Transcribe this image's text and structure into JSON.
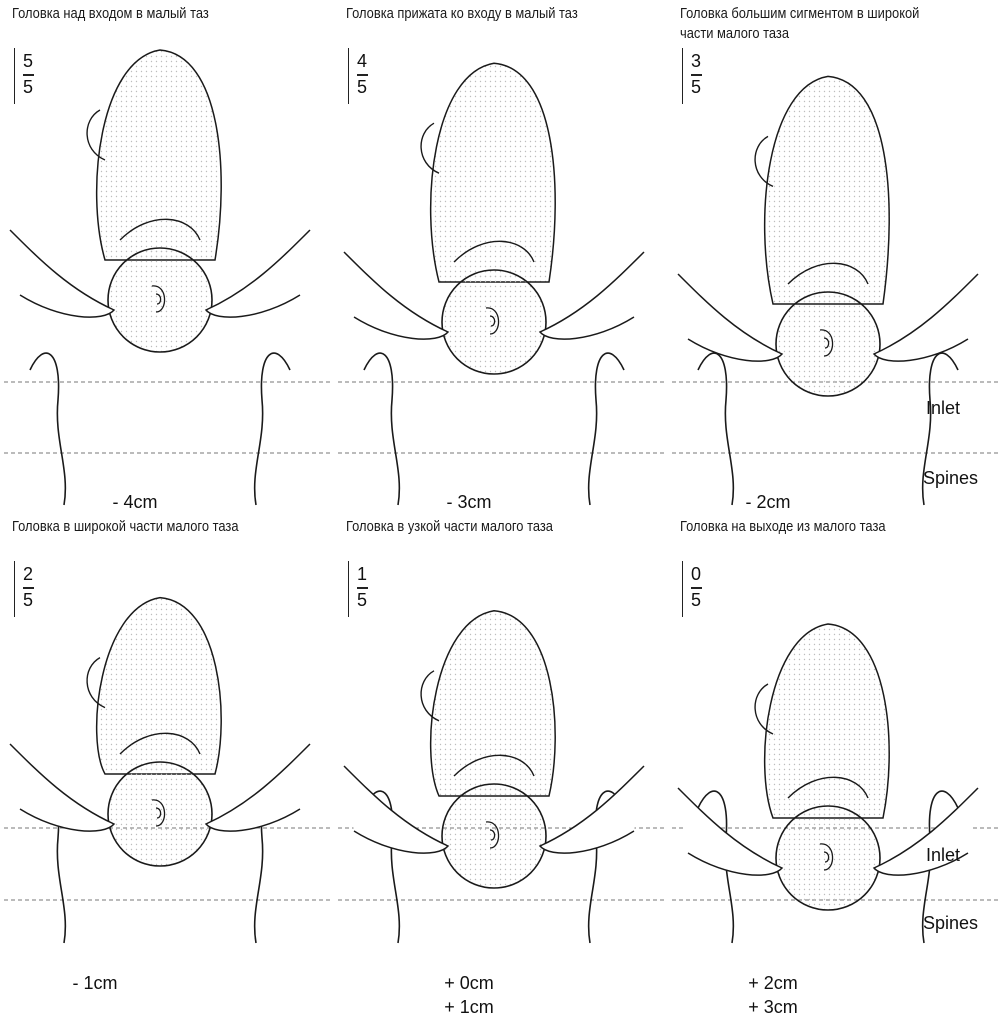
{
  "panels": [
    {
      "caption": "Головка над входом в малый таз",
      "fraction": {
        "num": "5",
        "den": "5"
      },
      "station_lines": [
        "- 4cm"
      ],
      "head_level": 5
    },
    {
      "caption": "Головка прижата ко входу в малый таз",
      "fraction": {
        "num": "4",
        "den": "5"
      },
      "station_lines": [
        "- 3cm"
      ],
      "head_level": 4
    },
    {
      "caption": "Головка большим сигментом в широкой части малого таза",
      "fraction": {
        "num": "3",
        "den": "5"
      },
      "station_lines": [
        "- 2cm"
      ],
      "head_level": 3
    },
    {
      "caption": "Головка в широкой части малого таза",
      "fraction": {
        "num": "2",
        "den": "5"
      },
      "station_lines": [
        "- 1cm"
      ],
      "head_level": 2
    },
    {
      "caption": "Головка в узкой части малого таза",
      "fraction": {
        "num": "1",
        "den": "5"
      },
      "station_lines": [
        "+ 0cm",
        "+ 1cm"
      ],
      "head_level": 1
    },
    {
      "caption": "Головка на выходе из малого таза",
      "fraction": {
        "num": "0",
        "den": "5"
      },
      "station_lines": [
        "+ 2cm",
        "+ 3cm"
      ],
      "head_level": 0
    }
  ],
  "reference_lines": {
    "inlet": "Inlet",
    "spines": "Spines"
  },
  "colors": {
    "ink": "#1a1a1a",
    "line": "#444444",
    "stipple": "#bdbdbd"
  }
}
